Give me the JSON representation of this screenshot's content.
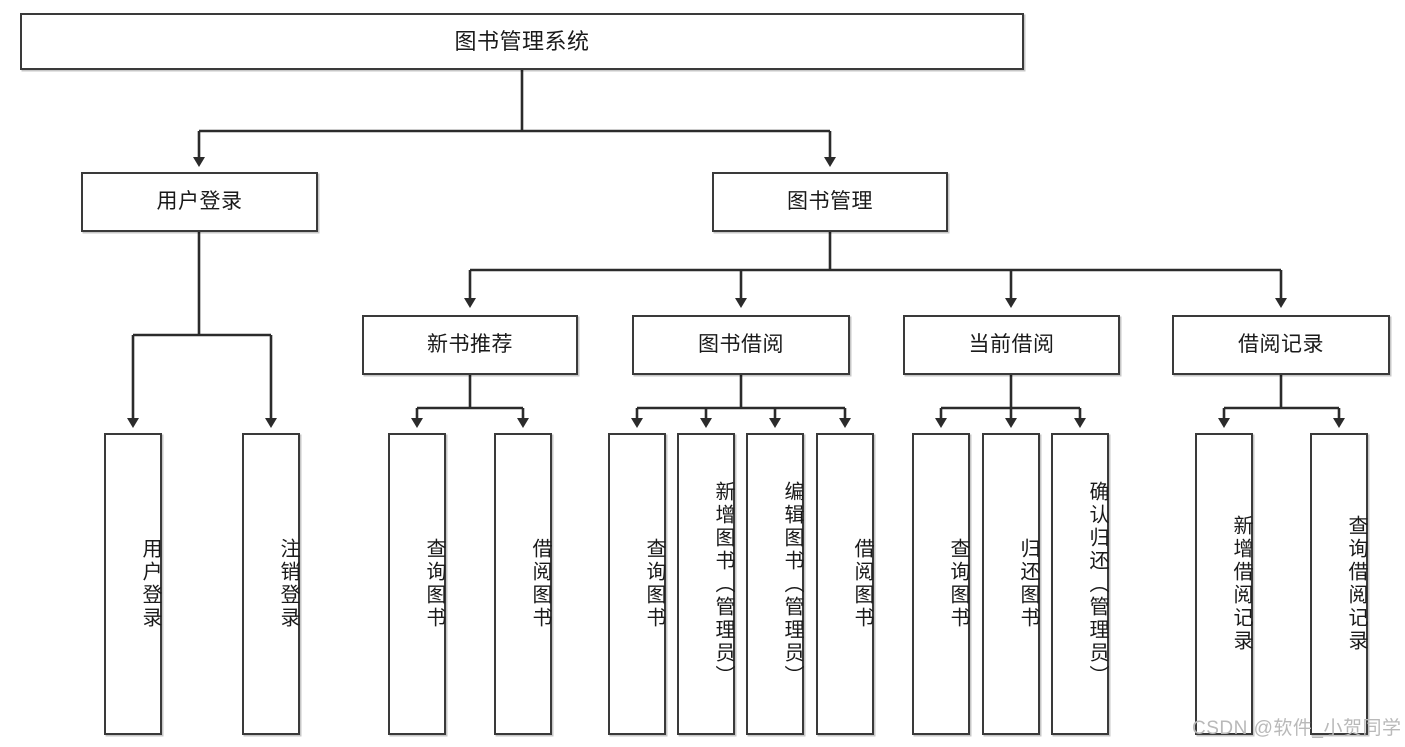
{
  "diagram": {
    "type": "tree",
    "title": "图书管理系统",
    "root": {
      "label": "图书管理系统"
    },
    "level2": [
      {
        "label": "用户登录"
      },
      {
        "label": "图书管理"
      }
    ],
    "level3": [
      {
        "label": "新书推荐"
      },
      {
        "label": "图书借阅"
      },
      {
        "label": "当前借阅"
      },
      {
        "label": "借阅记录"
      }
    ],
    "leaves": {
      "user_login": [
        {
          "label": "用户登录"
        },
        {
          "label": "注销登录"
        }
      ],
      "new_book_recommend": [
        {
          "label": "查询图书"
        },
        {
          "label": "借阅图书"
        }
      ],
      "book_borrow": [
        {
          "label": "查询图书"
        },
        {
          "label": "新增图书（管理员）"
        },
        {
          "label": "编辑图书（管理员）"
        },
        {
          "label": "借阅图书"
        }
      ],
      "current_borrow": [
        {
          "label": "查询图书"
        },
        {
          "label": "归还图书"
        },
        {
          "label": "确认归还（管理员）"
        }
      ],
      "borrow_record": [
        {
          "label": "新增借阅记录"
        },
        {
          "label": "查询借阅记录"
        }
      ]
    }
  },
  "watermark": {
    "text": "CSDN @软件_小贺同学"
  },
  "colors": {
    "background": "#ffffff",
    "box_border": "#3a3a3a",
    "text": "#1a1a1a",
    "line": "#2b2b2b",
    "watermark": "#b9b9b9"
  }
}
